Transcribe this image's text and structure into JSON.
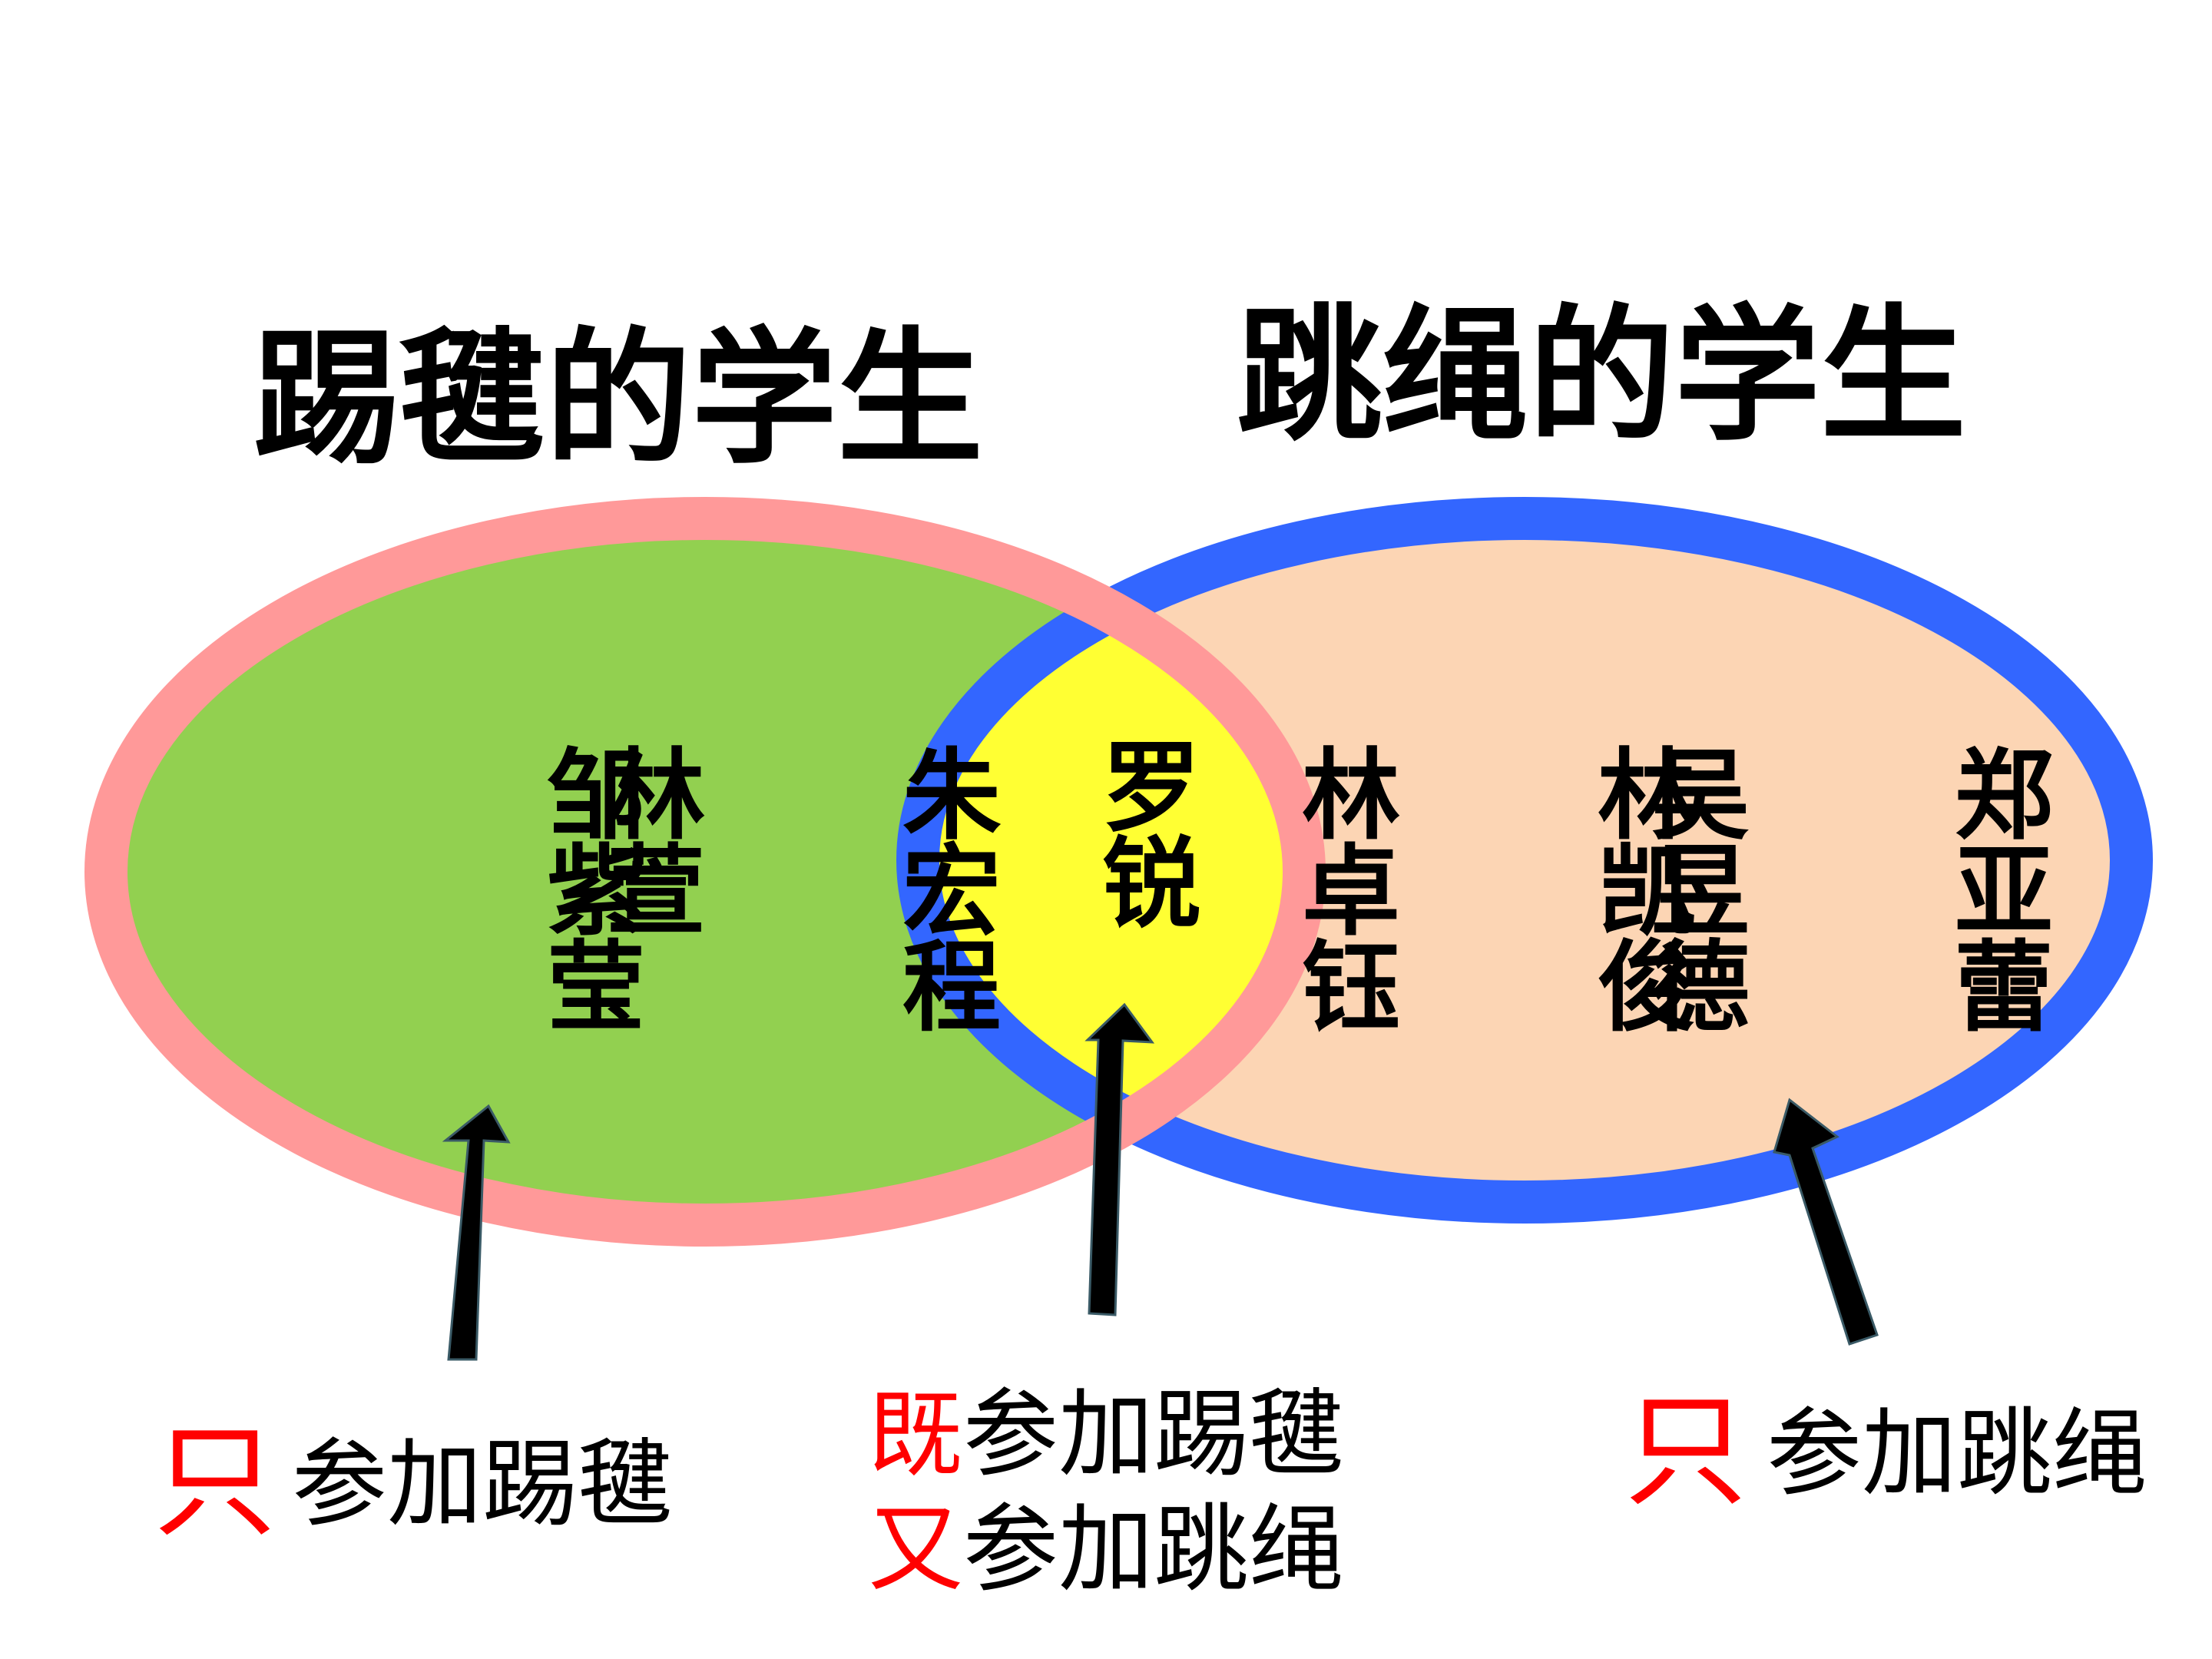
{
  "titles": {
    "left": "踢毽的学生",
    "right": "跳绳的学生"
  },
  "colors": {
    "left_fill": "#92d050",
    "left_stroke": "#ff9999",
    "right_fill": "#fcd5b4",
    "right_stroke": "#3366ff",
    "overlap_fill": "#ffff33",
    "arrow": "#000000",
    "emphasis": "#ff0000"
  },
  "names": {
    "left_only": [
      [
        "邹",
        "紫",
        "莹"
      ],
      [
        "林",
        "萱"
      ],
      [
        "朱",
        "宏",
        "程"
      ]
    ],
    "both": [
      [
        "罗",
        "锐"
      ]
    ],
    "right_only": [
      [
        "林",
        "卓",
        "钰"
      ],
      [
        "林",
        "凯",
        "俊"
      ],
      [
        "吴",
        "昱",
        "德"
      ],
      [
        "郑",
        "亚",
        "蕾"
      ]
    ]
  },
  "captions": {
    "left": {
      "emph": "只",
      "rest": "参加踢毽"
    },
    "middle_line1": {
      "emph": "既",
      "rest": "参加踢毽"
    },
    "middle_line2": {
      "emph": "又",
      "rest": "参加跳绳"
    },
    "right": {
      "emph": "只",
      "rest": "参加跳绳"
    }
  }
}
